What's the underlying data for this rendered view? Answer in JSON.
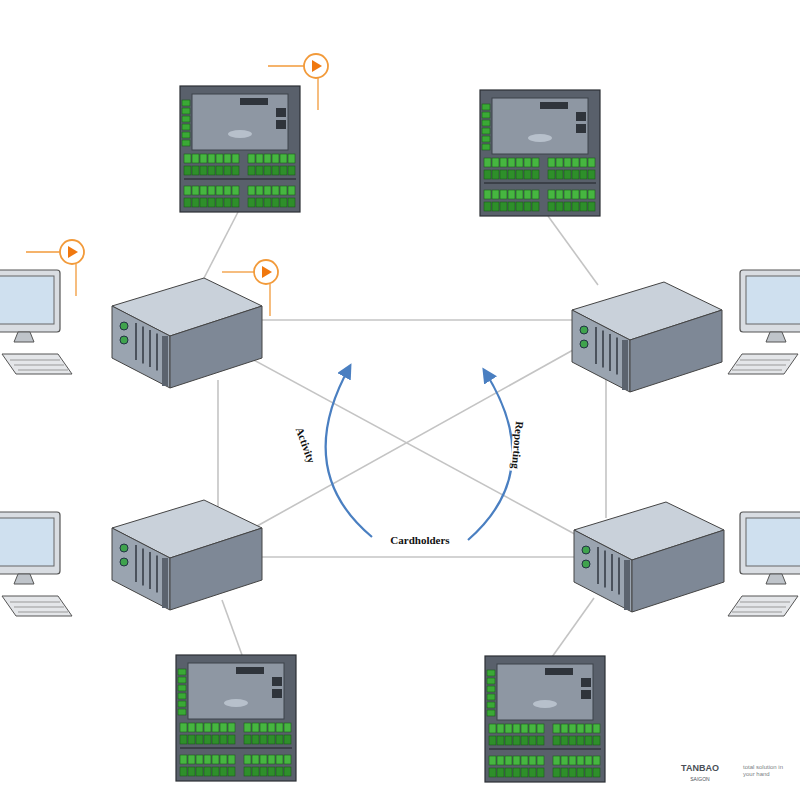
{
  "diagram": {
    "labels": [
      "Activity",
      "Reporting",
      "Cardholders",
      "TANBAO",
      "SAIGON",
      "total solution in your hand"
    ]
  }
}
